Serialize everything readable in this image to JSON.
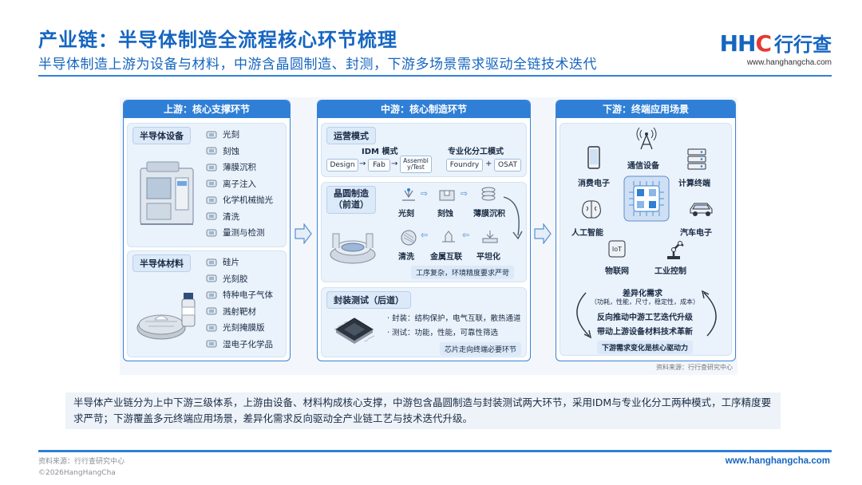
{
  "header": {
    "title": "产业链：半导体制造全流程核心环节梳理",
    "subtitle": "半导体制造上游为设备与材料，中游含晶圆制造、封测，下游多场景需求驱动全链技术迭代",
    "logo_mark_left": "HH",
    "logo_mark_c": "C",
    "logo_cn": "行行查",
    "logo_url": "www.hanghangcha.com"
  },
  "upstream": {
    "head": "上游：核心支撑环节",
    "equipment": {
      "tag": "半导体设备",
      "items": [
        "光刻",
        "刻蚀",
        "薄膜沉积",
        "离子注入",
        "化学机械抛光",
        "清洗",
        "量测与检测"
      ]
    },
    "materials": {
      "tag": "半导体材料",
      "items": [
        "硅片",
        "光刻胶",
        "特种电子气体",
        "溅射靶材",
        "光刻掩膜版",
        "湿电子化学品"
      ]
    }
  },
  "midstream": {
    "head": "中游：核心制造环节",
    "mode": {
      "tag": "运营模式",
      "idm_title": "IDM 模式",
      "idm_steps": [
        "Design",
        "Fab",
        "Assembly/Test"
      ],
      "split_title": "专业化分工模式",
      "split_a": "Foundry",
      "split_b": "OSAT",
      "plus": "+"
    },
    "wafer": {
      "tag_line1": "晶圆制造",
      "tag_line2": "（前道）",
      "steps_top": [
        "光刻",
        "刻蚀",
        "薄膜沉积"
      ],
      "steps_bottom": [
        "清洗",
        "金属互联",
        "平坦化"
      ],
      "note": "工序复杂，环境精度要求严苛"
    },
    "package": {
      "tag": "封装测试（后道）",
      "line1": "· 封装：结构保护，电气互联，散热通道",
      "line2": "· 测试：功能，性能，可靠性筛选",
      "note": "芯片走向终端必要环节"
    }
  },
  "downstream": {
    "head": "下游：终端应用场景",
    "apps": [
      "消费电子",
      "通信设备",
      "计算终端",
      "人工智能",
      "汽车电子",
      "物联网",
      "工业控制"
    ],
    "iot_badge": "IoT",
    "need_title": "差异化需求",
    "need_detail": "（功耗，性能，尺寸，稳定性，成本）",
    "line1": "反向推动中游工艺迭代升级",
    "line2": "带动上游设备材料技术革新",
    "note": "下游需求变化是核心驱动力"
  },
  "diagram_source": "资料来源：行行查研究中心",
  "summary": "半导体产业链分为上中下游三级体系，上游由设备、材料构成核心支撑，中游包含晶圆制造与封装测试两大环节，采用IDM与专业化分工两种模式，工序精度要求严苛；下游覆盖多元终端应用场景，差异化需求反向驱动全产业链工艺与技术迭代升级。",
  "footer": {
    "source": "资料来源：行行查研究中心",
    "copyright": "©2026HangHangCha",
    "url": "www.hanghangcha.com"
  }
}
